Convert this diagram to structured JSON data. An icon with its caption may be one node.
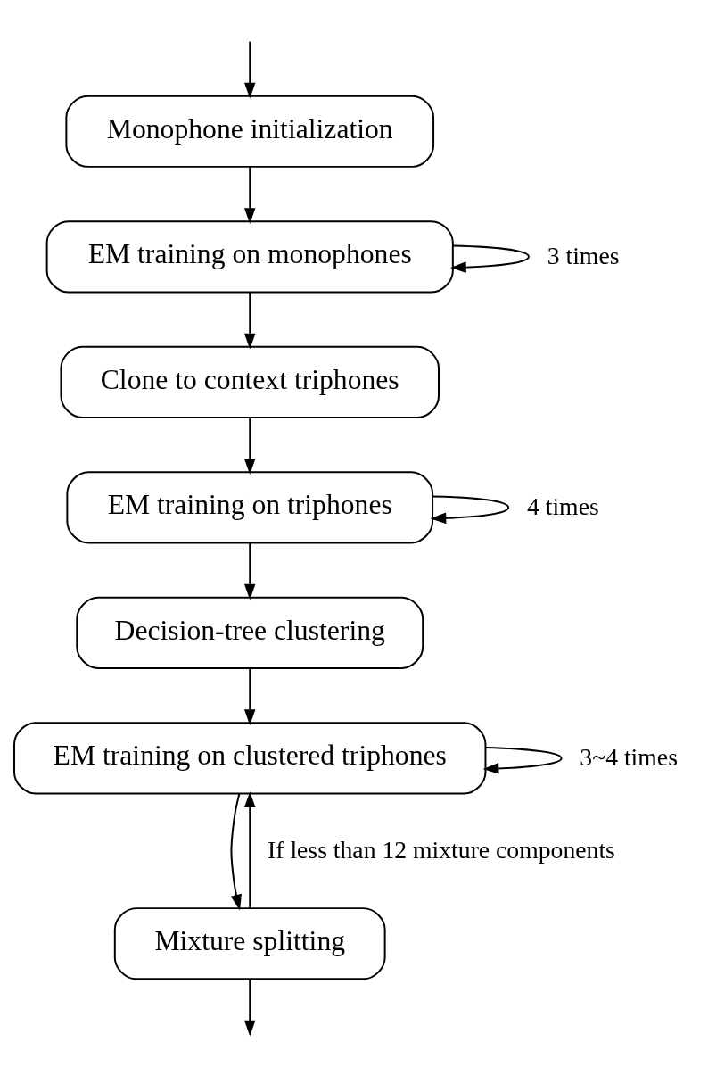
{
  "diagram": {
    "nodes": [
      {
        "text": [
          "Monophone initialization"
        ]
      },
      {
        "text": [
          "EM training on monophones"
        ]
      },
      {
        "text": [
          "Clone to context triphones"
        ]
      },
      {
        "text": [
          "EM training on triphones"
        ]
      },
      {
        "text": [
          "Decision-tree clustering"
        ]
      },
      {
        "text": [
          "EM training on clustered triphones"
        ]
      },
      {
        "text": [
          "Mixture splitting"
        ]
      }
    ],
    "edges": [
      {
        "from": null,
        "to": 0,
        "arrow": "to"
      },
      {
        "from": 0,
        "to": 1,
        "arrow": "to"
      },
      {
        "from": 1,
        "to": 1,
        "arrow": "to",
        "label": "3 times"
      },
      {
        "from": 1,
        "to": 2,
        "arrow": "to"
      },
      {
        "from": 2,
        "to": 3,
        "arrow": "to"
      },
      {
        "from": 3,
        "to": 3,
        "arrow": "to",
        "label": "4 times"
      },
      {
        "from": 3,
        "to": 4,
        "arrow": "to"
      },
      {
        "from": 4,
        "to": 5,
        "arrow": "to"
      },
      {
        "from": 5,
        "to": 5,
        "arrow": "to",
        "label": "3~4 times"
      },
      {
        "from": 5,
        "to": 6,
        "arrow": "to"
      },
      {
        "from": 6,
        "to": 5,
        "arrow": "to",
        "label": "If less than 12 mixture components"
      },
      {
        "from": 6,
        "to": null,
        "arrow": "to"
      }
    ]
  }
}
